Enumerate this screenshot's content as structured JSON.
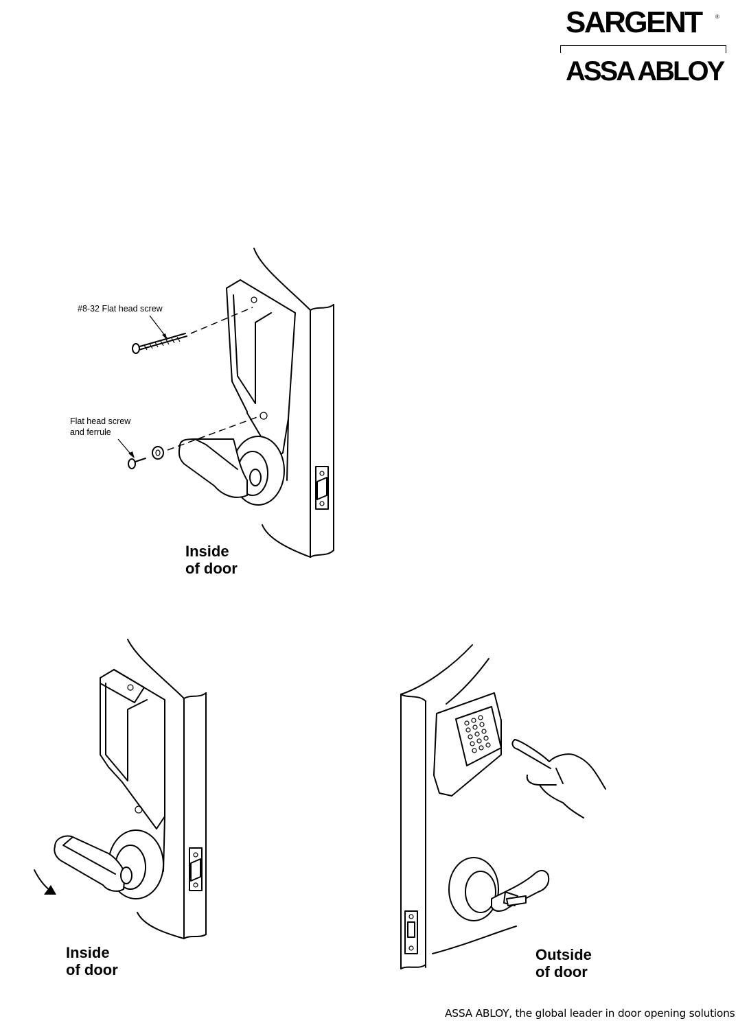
{
  "header": {
    "brand_primary": "SARGENT",
    "brand_registered": "®",
    "brand_parent": "ASSA ABLOY"
  },
  "figures": {
    "fig1": {
      "callout_screw": "#8-32 Flat head screw",
      "callout_ferrule_line1": "Flat head screw",
      "callout_ferrule_line2": "and ferrule",
      "caption_line1": "Inside",
      "caption_line2": "of door"
    },
    "fig2": {
      "caption_line1": "Inside",
      "caption_line2": "of door"
    },
    "fig3": {
      "caption_line1": "Outside",
      "caption_line2": "of door"
    }
  },
  "footer": {
    "tagline": "ASSA ABLOY, the global leader in door opening solutions"
  }
}
